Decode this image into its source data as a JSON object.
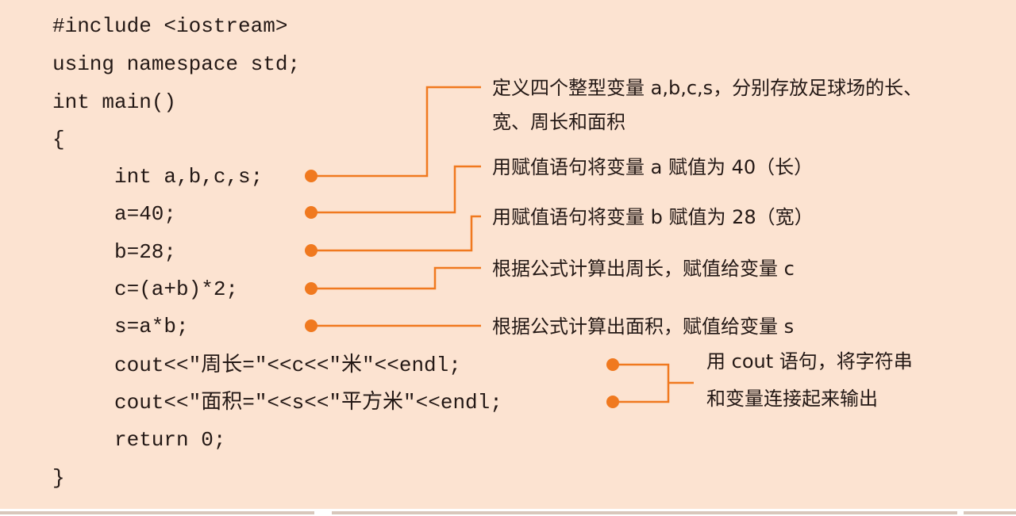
{
  "code": {
    "lines": [
      "#include <iostream>",
      "using namespace std;",
      "int main()",
      "{",
      "int a,b,c,s;",
      "a=40;",
      "b=28;",
      "c=(a+b)*2;",
      "s=a*b;",
      "cout<<\"周长=\"<<c<<\"米\"<<endl;",
      "cout<<\"面积=\"<<s<<\"平方米\"<<endl;",
      "return 0;",
      "}"
    ]
  },
  "annotations": [
    {
      "lines": [
        "定义四个整型变量 a,b,c,s，分别存放足球场的长、",
        "宽、周长和面积"
      ]
    },
    {
      "lines": [
        "用赋值语句将变量 a 赋值为 40（长）"
      ]
    },
    {
      "lines": [
        "用赋值语句将变量 b 赋值为 28（宽）"
      ]
    },
    {
      "lines": [
        "根据公式计算出周长，赋值给变量 c"
      ]
    },
    {
      "lines": [
        "根据公式计算出面积，赋值给变量 s"
      ]
    },
    {
      "lines": [
        "用 cout 语句，将字符串",
        "和变量连接起来输出"
      ]
    }
  ],
  "colors": {
    "background": "#fce3d1",
    "connector": "#f0791f",
    "text": "#231815"
  }
}
